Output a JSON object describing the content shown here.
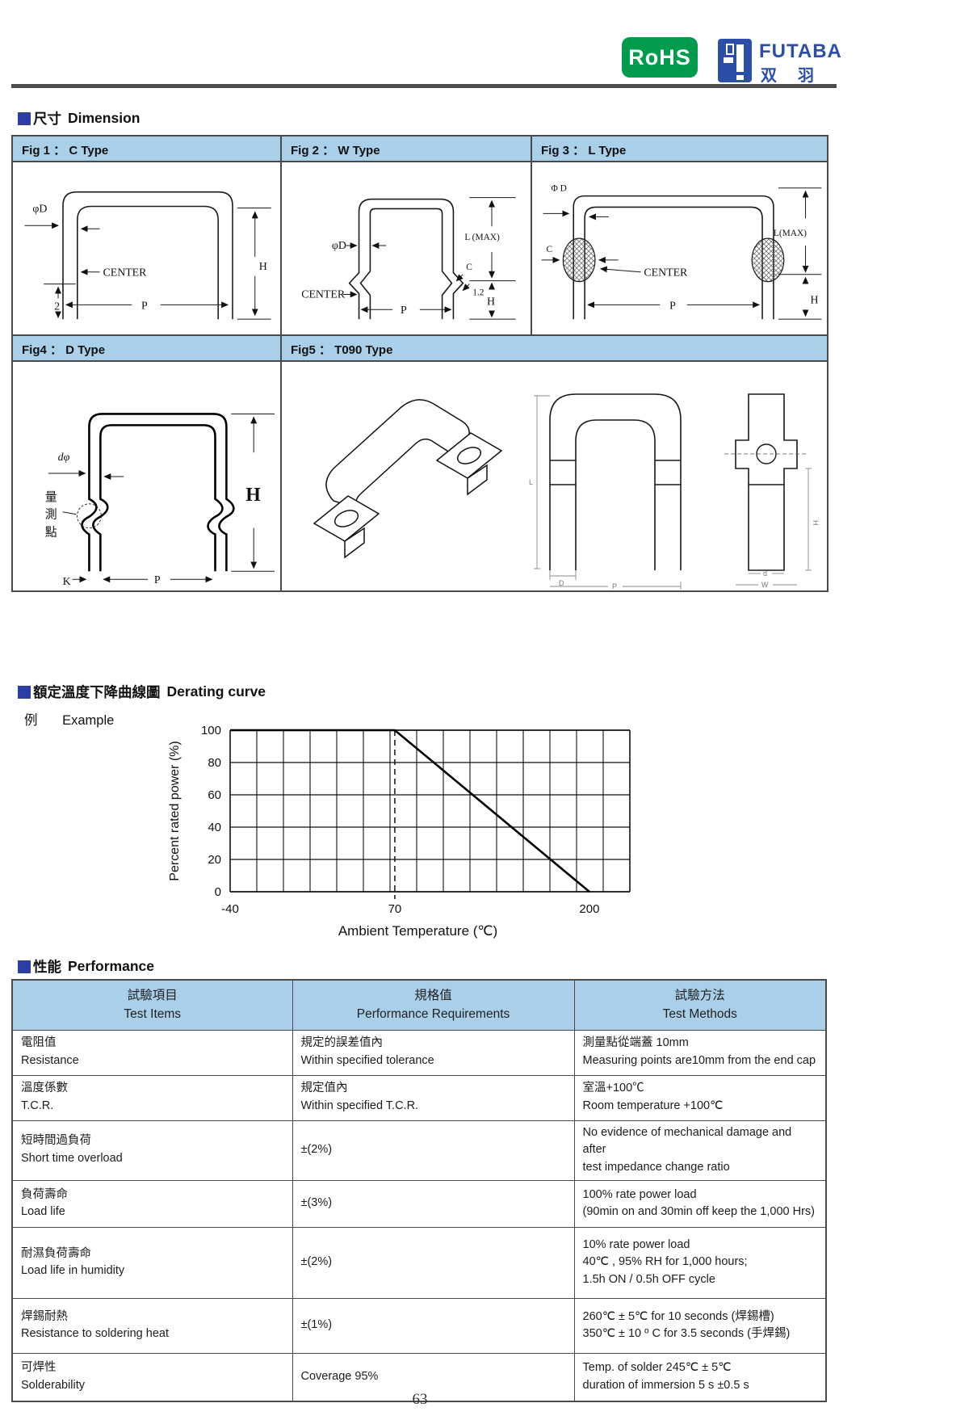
{
  "header": {
    "rohs": "RoHS",
    "brand": "FUTABA",
    "brand_cjk": "双羽"
  },
  "sections": {
    "dimension_cjk": "尺寸",
    "dimension_en": "Dimension",
    "derating_cjk": "額定溫度下降曲線圖",
    "derating_en": "Derating curve",
    "example_cjk": "例",
    "example_en": "Example",
    "performance_cjk": "性能",
    "performance_en": "Performance"
  },
  "figures": [
    {
      "title": "Fig 1 ： C Type",
      "labels": [
        "φD",
        "CENTER",
        "2",
        "H",
        "P"
      ]
    },
    {
      "title": "Fig 2 ： W Type",
      "labels": [
        "φD",
        "L (MAX)",
        "C",
        "1.2",
        "CENTER",
        "H",
        "P"
      ]
    },
    {
      "title": "Fig 3 ： L Type",
      "labels": [
        "Φ D",
        "C",
        "CENTER",
        "L(MAX)",
        "H",
        "P"
      ]
    },
    {
      "title": "Fig4 ： D Type",
      "labels": [
        "dφ",
        "量",
        "測",
        "點",
        "H",
        "K",
        "P"
      ]
    },
    {
      "title": "Fig5 ： T090 Type",
      "labels": [
        "L",
        "D",
        "P",
        "d",
        "W",
        "H"
      ]
    }
  ],
  "chart_data": {
    "type": "line",
    "title": "Derating curve",
    "xlabel": "Ambient Temperature (℃)",
    "ylabel": "Percent rated power (%)",
    "x_ticks": [
      -40,
      70,
      200
    ],
    "y_ticks": [
      0,
      20,
      40,
      60,
      80,
      100
    ],
    "xlim": [
      -40,
      227
    ],
    "ylim": [
      0,
      100
    ],
    "x_grid_count": 15,
    "grid": true,
    "legend_position": "none",
    "dashed_vline_x": 70,
    "series": [
      {
        "name": "Percent rated power",
        "points": [
          [
            -40,
            100
          ],
          [
            70,
            100
          ],
          [
            200,
            0
          ]
        ]
      }
    ]
  },
  "performance_table": {
    "headers": [
      [
        "試驗項目",
        "Test Items"
      ],
      [
        "規格值",
        "Performance Requirements"
      ],
      [
        "試驗方法",
        "Test Methods"
      ]
    ],
    "rows": [
      {
        "item": [
          "電阻值",
          "Resistance"
        ],
        "req": [
          "規定的誤差值內",
          "Within specified tolerance"
        ],
        "method": [
          "測量點從端蓋 10mm",
          "Measuring points are10mm from the end cap"
        ]
      },
      {
        "item": [
          "溫度係數",
          "T.C.R."
        ],
        "req": [
          "規定值內",
          "Within specified T.C.R."
        ],
        "method": [
          "室溫+100℃",
          "Room temperature +100℃"
        ]
      },
      {
        "item": [
          "短時間過負荷",
          "Short time overload"
        ],
        "req": [
          "±(2%)"
        ],
        "method": [
          "No evidence of mechanical damage and after",
          "test impedance change ratio"
        ]
      },
      {
        "item": [
          "負荷壽命",
          "Load life"
        ],
        "req": [
          "±(3%)"
        ],
        "method": [
          "100% rate power load",
          "(90min on and 30min off keep the 1,000 Hrs)"
        ]
      },
      {
        "item": [
          "耐濕負荷壽命",
          "Load life in humidity"
        ],
        "req": [
          "±(2%)"
        ],
        "method": [
          "10% rate power load",
          "40℃ , 95% RH for 1,000 hours;",
          "1.5h ON / 0.5h OFF cycle"
        ]
      },
      {
        "item": [
          "焊錫耐熱",
          "Resistance to soldering heat"
        ],
        "req": [
          "±(1%)"
        ],
        "method": [
          "260℃ ± 5℃  for 10 seconds (焊錫槽)",
          "350℃ ± 10 º C for 3.5 seconds (手焊錫)"
        ]
      },
      {
        "item": [
          "可焊性",
          "Solderability"
        ],
        "req": [
          "Coverage 95%"
        ],
        "method": [
          "Temp. of solder 245℃ ± 5℃",
          "duration of immersion 5 s ±0.5 s"
        ]
      }
    ]
  },
  "colors": {
    "accent_blue": "#2a3fa5",
    "table_header_fill": "#a9cfe9",
    "rohs_green": "#009b4c",
    "brand_blue": "#2b4ea8"
  },
  "page_number": "63"
}
